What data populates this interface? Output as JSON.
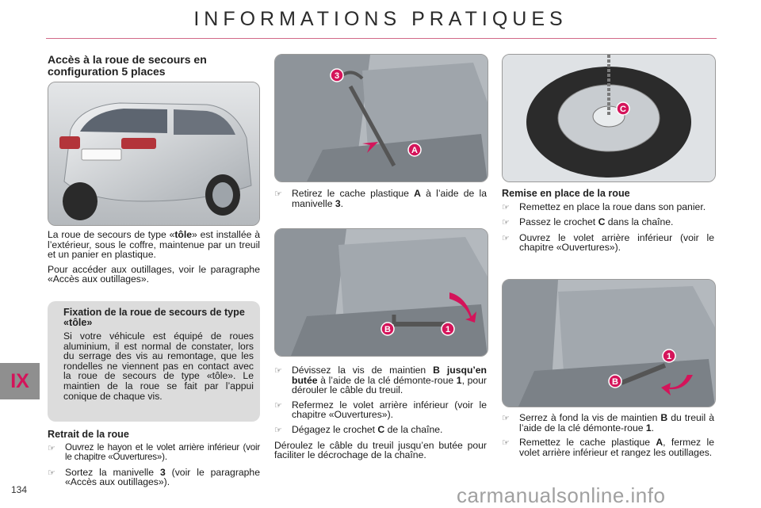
{
  "header": {
    "title": "INFORMATIONS PRATIQUES"
  },
  "chapter_tab": "IX",
  "page_number": "134",
  "watermark": "carmanualsonline.info",
  "col1": {
    "heading": "Accès à la roue de secours en configuration 5 places",
    "intro_pre": "La roue de secours de type «",
    "intro_bold": "tôle",
    "intro_post": "» est installée à l’extérieur, sous le coffre, maintenue par un treuil et un panier en plastique.",
    "tools_note": "Pour accéder aux outillages, voir le paragraphe «Accès aux outillages».",
    "box": {
      "heading": "Fixation de la roue de secours de type «tôle»",
      "text": "Si votre véhicule est équipé de roues aluminium, il est normal de constater, lors du serrage des vis au remontage, que les rondelles ne viennent pas en contact avec la roue de secours de type «tôle». Le maintien de la roue se fait par l’appui conique de chaque vis."
    },
    "retrait_heading": "Retrait de la roue",
    "retrait_1": "Ouvrez le hayon et le volet arrière inférieur (voir le chapitre «Ouvertures»).",
    "retrait_2_pre": "Sortez la manivelle ",
    "retrait_2_bold": "3",
    "retrait_2_post": " (voir le paragraphe «Accès aux outillages»)."
  },
  "col2": {
    "step1_pre": "Retirez le cache plastique ",
    "step1_bold1": "A",
    "step1_mid": " à l’aide de la manivelle ",
    "step1_bold2": "3",
    "step1_post": ".",
    "step2_pre": "Dévissez la vis de maintien ",
    "step2_bold1": "B jusqu’en butée",
    "step2_mid": " à l’aide de la clé démonte-roue ",
    "step2_bold2": "1",
    "step2_post": ", pour dérouler le câble du treuil.",
    "step3": "Refermez le volet arrière inférieur (voir le chapitre «Ouvertures»).",
    "step4_pre": "Dégagez le crochet ",
    "step4_bold": "C",
    "step4_post": " de la chaîne.",
    "cable_note": "Déroulez le câble du treuil jusqu’en butée pour faciliter le décrochage de la chaîne."
  },
  "col3": {
    "remise_heading": "Remise en place de la roue",
    "remise_1": "Remettez en place la roue dans son panier.",
    "remise_2_pre": "Passez le crochet ",
    "remise_2_bold": "C",
    "remise_2_post": " dans la chaîne.",
    "remise_3": "Ouvrez le volet arrière inférieur (voir le chapitre «Ouvertures»).",
    "remise_4_pre": "Serrez à fond la vis de maintien ",
    "remise_4_bold1": "B",
    "remise_4_mid": " du treuil à l’aide de la clé démonte-roue ",
    "remise_4_bold2": "1",
    "remise_4_post": ".",
    "remise_5_pre": "Remettez le cache plastique ",
    "remise_5_bold": "A",
    "remise_5_post": ", fermez le volet arrière inférieur et rangez les outillages."
  },
  "figure_labels": {
    "crank": "3",
    "cover": "A",
    "screw": "B",
    "wrench": "1",
    "hook": "C"
  },
  "colors": {
    "accent": "#d4145a",
    "tab_bg": "#8f8f8f",
    "rule": "#d26a88"
  }
}
